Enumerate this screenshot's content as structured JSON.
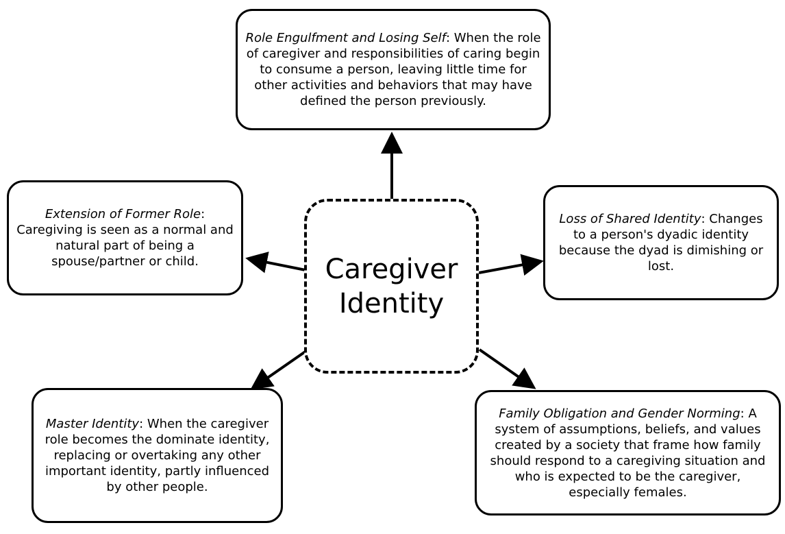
{
  "center": {
    "title": "Caregiver Identity"
  },
  "nodes": {
    "top": {
      "title": "Role Engulfment and Losing Self",
      "separator": ":",
      "body": "When the role of caregiver and responsibilities of caring begin to consume a person, leaving little time for other activities and behaviors that may have defined the person previously."
    },
    "left": {
      "title": "Extension of Former Role",
      "separator": ":",
      "body": "Caregiving is seen as a normal and natural part of being a spouse/partner or child."
    },
    "right": {
      "title": "Loss of Shared Identity",
      "separator": ":",
      "body": "Changes to a person's dyadic identity because the dyad is dimishing or lost."
    },
    "bottom_left": {
      "title": "Master Identity",
      "separator": ":",
      "body": "When the caregiver role becomes the dominate identity, replacing or overtaking any other important identity, partly influenced by other people."
    },
    "bottom_right": {
      "title": "Family Obligation and Gender Norming",
      "separator": ":",
      "body": "A system of assumptions, beliefs, and values created by a society that frame how family should respond to a caregiving situation and who is expected to be the caregiver, especially females."
    }
  },
  "colors": {
    "stroke": "#000000",
    "background": "#ffffff"
  }
}
